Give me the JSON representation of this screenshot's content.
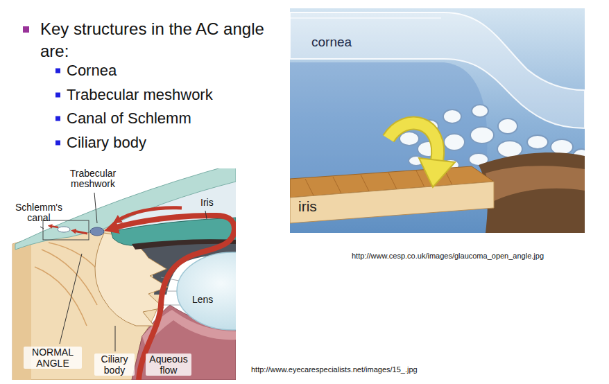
{
  "diagram": {
    "labels": [
      "Key structures in the AC angle are:",
      "Cornea",
      "Trabecular meshwork",
      "Canal of Schlemm",
      "Ciliary body",
      "cornea",
      "iris",
      "http://www.cesp.co.uk/images/glaucoma_open_angle.jpg",
      "Trabecular meshwork",
      "Iris",
      "Schlemm's canal",
      "Lens",
      "NORMAL ANGLE",
      "Ciliary body",
      "Aqueous flow",
      "http://www.eyecarespecialists.net/images/15_.jpg"
    ]
  }
}
